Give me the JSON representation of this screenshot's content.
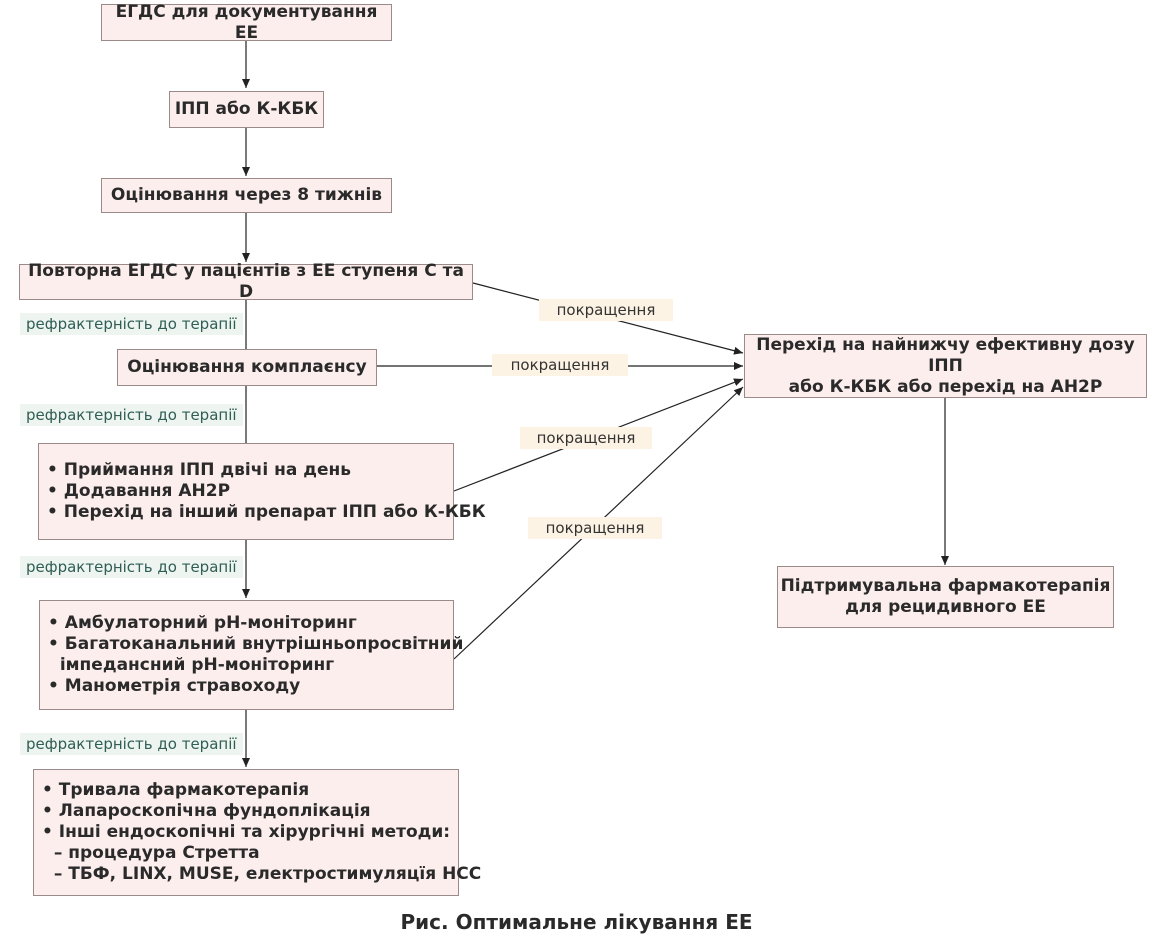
{
  "nodes": {
    "egds": "ЕГДС для документування ЕЕ",
    "ipp": "ІПП або К-КБК",
    "eval8": "Оцінювання через 8 тижнів",
    "repeat_egds": "Повторна ЕГДС у пацієнтів з ЕЕ ступеня С та D",
    "compliance": "Оцінювання комплаєнсу",
    "step1_items": [
      "• Приймання ІПП двічі на день",
      "• Додавання АН2Р",
      "• Перехід на інший препарат ІПП або К-КБК"
    ],
    "step2_items": [
      "• Амбулаторний рН-моніторинг",
      "• Багатоканальний внутрішньопросвітний",
      "  імпедансний рН-моніторинг",
      "• Манометрія стравоходу"
    ],
    "step3_items": [
      "• Тривала фармакотерапія",
      "• Лапароскопічна фундоплікація",
      "• Інші ендоскопічні та хірургічні методи:",
      "  – процедура Стретта",
      "  – ТБФ, LINX, MUSE, електростимуляцїя НСС"
    ],
    "lowest_dose": [
      "Перехід на найнижчу ефективну дозу ІПП",
      "або К-КБК або перехід на АН2Р"
    ],
    "maintenance": [
      "Підтримувальна фармакотерапія",
      "для рецидивного ЕЕ"
    ]
  },
  "labels": {
    "refractory": "рефрактерність до терапії",
    "improvement": "покращення"
  },
  "caption": "Рис. Оптимальне лікування ЕЕ"
}
